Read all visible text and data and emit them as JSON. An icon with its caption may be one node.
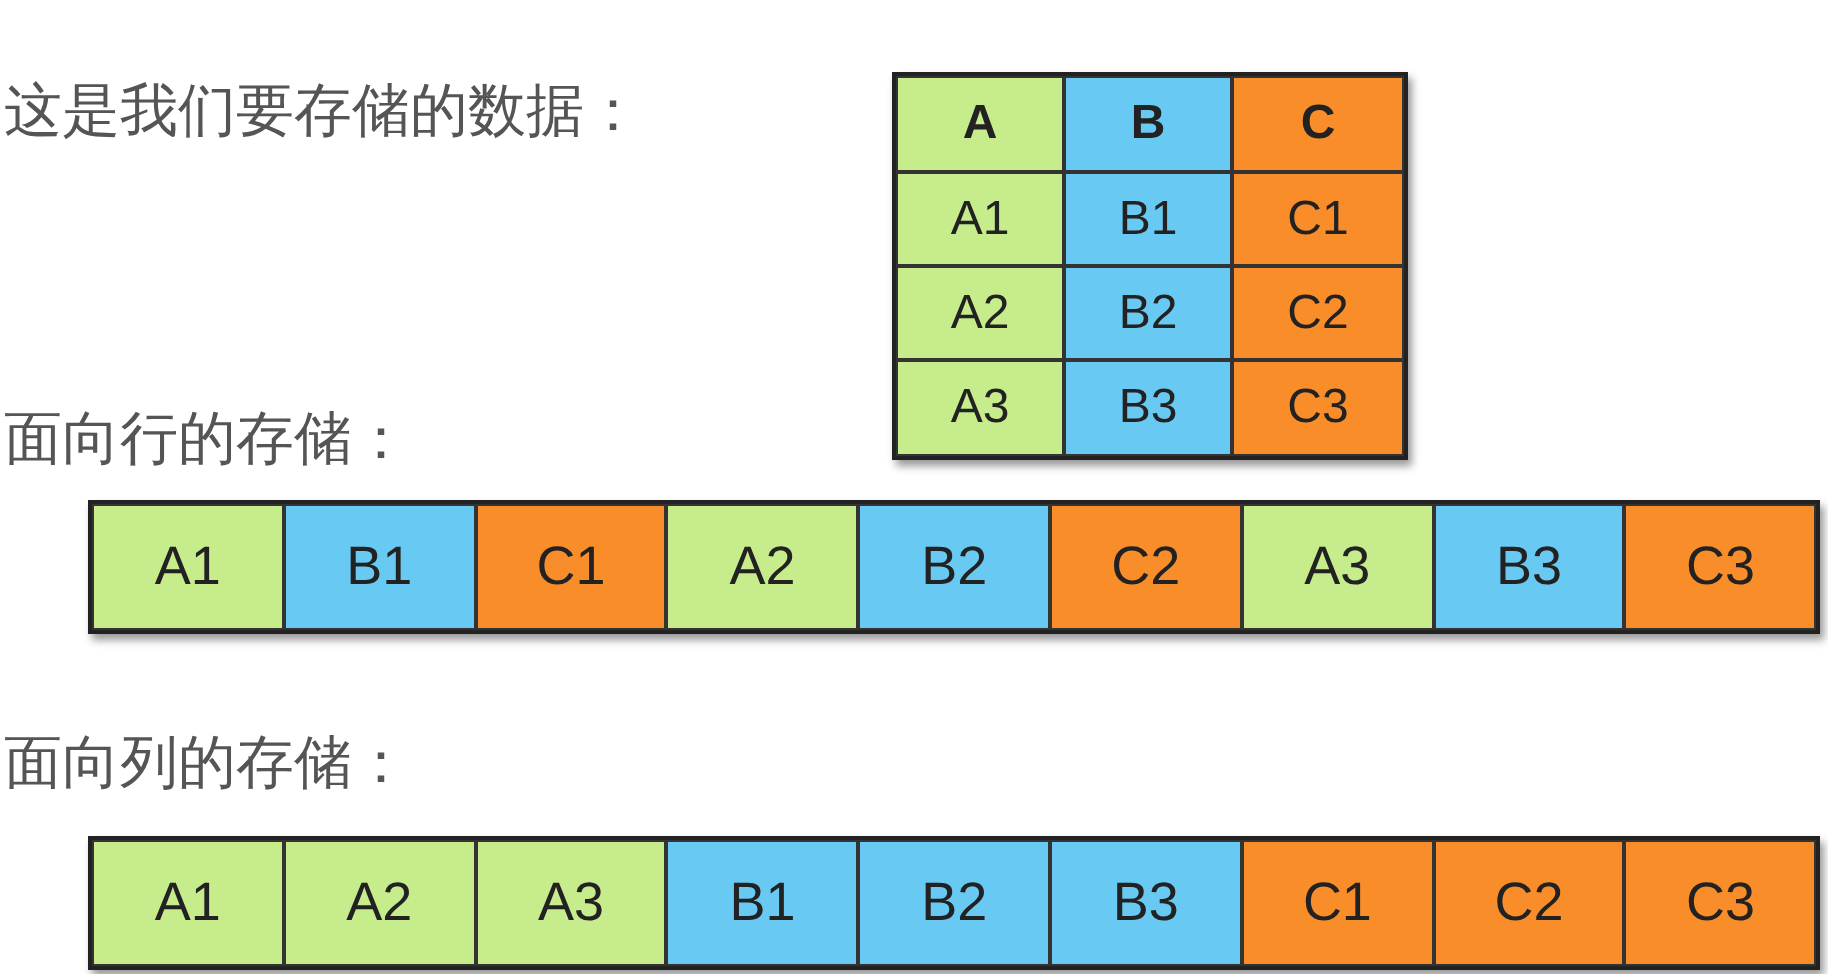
{
  "diagram": {
    "nodes": [
      {
        "text": [
          "A1"
        ]
      },
      {
        "text": [
          "B1"
        ]
      },
      {
        "text": [
          "C1"
        ]
      },
      {
        "text": [
          "A2"
        ]
      },
      {
        "text": [
          "B2"
        ]
      },
      {
        "text": [
          "C2"
        ]
      },
      {
        "text": [
          "A3"
        ]
      },
      {
        "text": [
          "B3"
        ]
      },
      {
        "text": [
          "C3"
        ]
      },
      {
        "text": [
          "A1"
        ]
      },
      {
        "text": [
          "A2"
        ]
      },
      {
        "text": [
          "A3"
        ]
      },
      {
        "text": [
          "B1"
        ]
      },
      {
        "text": [
          "B2"
        ]
      },
      {
        "text": [
          "B3"
        ]
      },
      {
        "text": [
          "C1"
        ]
      },
      {
        "text": [
          "C2"
        ]
      },
      {
        "text": [
          "C3"
        ]
      }
    ],
    "labels": [
      "这是我们要存储的数据：",
      "A",
      "B",
      "C",
      "A1",
      "B1",
      "C1",
      "A2",
      "B2",
      "C2",
      "A3",
      "B3",
      "C3",
      "面向行的存储：",
      "面向列的存储："
    ]
  }
}
